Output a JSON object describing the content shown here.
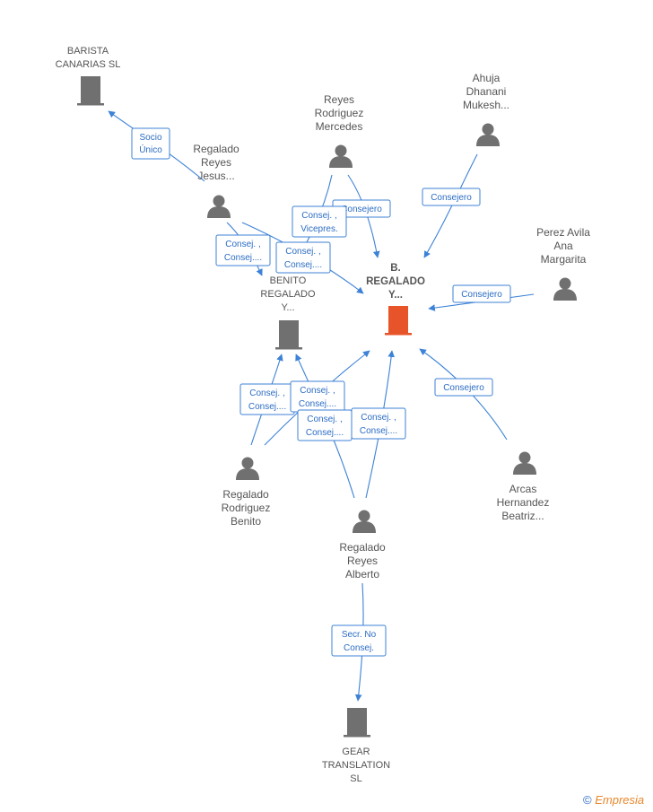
{
  "nodes": {
    "barista": {
      "lines": [
        "BARISTA",
        "CANARIAS  SL"
      ],
      "type": "company"
    },
    "regalado_jesus": {
      "lines": [
        "Regalado",
        "Reyes",
        "Jesus..."
      ],
      "type": "person"
    },
    "reyes_mercedes": {
      "lines": [
        "Reyes",
        "Rodriguez",
        "Mercedes"
      ],
      "type": "person"
    },
    "ahuja": {
      "lines": [
        "Ahuja",
        "Dhanani",
        "Mukesh..."
      ],
      "type": "person"
    },
    "perez": {
      "lines": [
        "Perez Avila",
        "Ana",
        "Margarita"
      ],
      "type": "person"
    },
    "benito_regalado": {
      "lines": [
        "BENITO",
        "REGALADO",
        "Y..."
      ],
      "type": "company"
    },
    "b_regalado": {
      "lines": [
        "B.",
        "REGALADO",
        "Y..."
      ],
      "type": "main-company"
    },
    "regalado_benito": {
      "lines": [
        "Regalado",
        "Rodriguez",
        "Benito"
      ],
      "type": "person"
    },
    "arcas": {
      "lines": [
        "Arcas",
        "Hernandez",
        "Beatriz..."
      ],
      "type": "person"
    },
    "regalado_alberto": {
      "lines": [
        "Regalado",
        "Reyes",
        "Alberto"
      ],
      "type": "person"
    },
    "gear": {
      "lines": [
        "GEAR",
        "TRANSLATION",
        "SL"
      ],
      "type": "company"
    }
  },
  "edge_labels": {
    "socio_unico": [
      "Socio",
      "Único"
    ],
    "consejero": [
      "Consejero"
    ],
    "consej_vicepres": [
      "Consej. ,",
      "Vicepres."
    ],
    "consej_consej": [
      "Consej. ,",
      "Consej...."
    ],
    "secr_no_consej": [
      "Secr.  No",
      "Consej."
    ]
  },
  "colors": {
    "accent": "#3d82d6",
    "main_company": "#e8542a",
    "icon_gray": "#707070"
  },
  "footer": {
    "copyright_symbol": "©",
    "brand": "Empresia"
  }
}
